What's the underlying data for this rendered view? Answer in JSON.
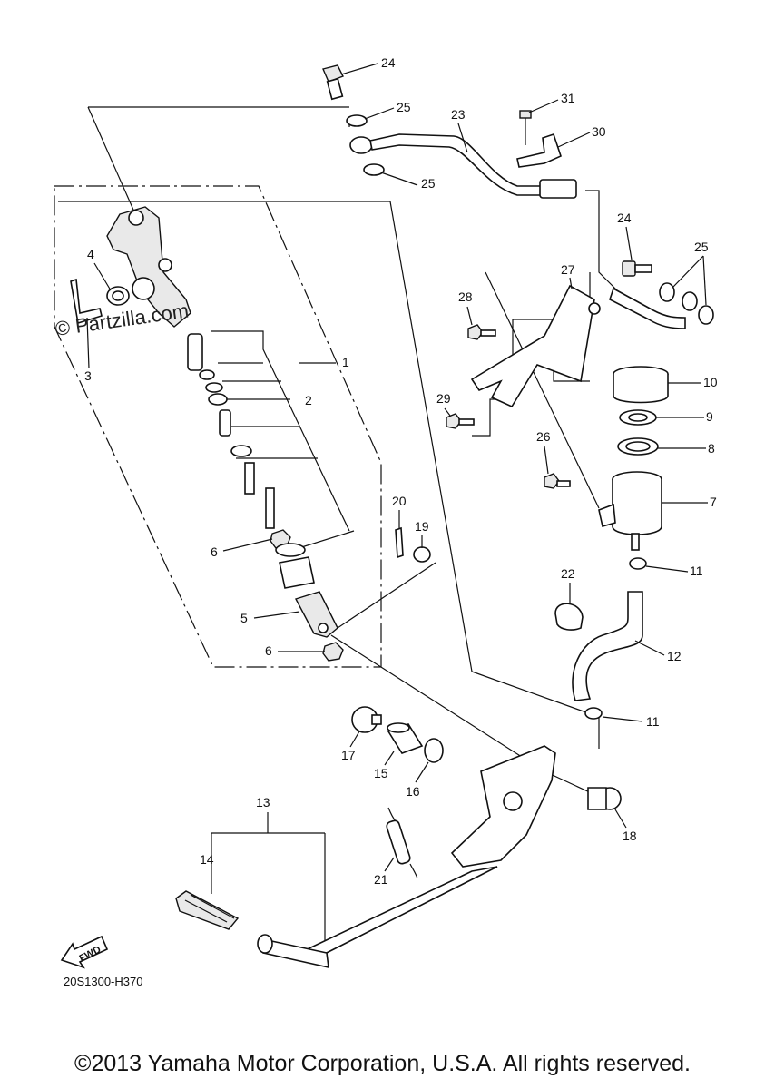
{
  "watermark": "© Partzilla.com",
  "diagram_code": "20S1300-H370",
  "fwd_label": "FWD",
  "copyright": "©2013 Yamaha Motor Corporation, U.S.A. All rights reserved.",
  "callouts": {
    "c1": "1",
    "c2": "2",
    "c3": "3",
    "c4": "4",
    "c5": "5",
    "c6a": "6",
    "c6b": "6",
    "c7": "7",
    "c8": "8",
    "c9": "9",
    "c10": "10",
    "c11a": "11",
    "c11b": "11",
    "c12": "12",
    "c13": "13",
    "c14": "14",
    "c15": "15",
    "c16": "16",
    "c17": "17",
    "c18": "18",
    "c19": "19",
    "c20": "20",
    "c21": "21",
    "c22": "22",
    "c23": "23",
    "c24a": "24",
    "c24b": "24",
    "c25a": "25",
    "c25b": "25",
    "c25c": "25",
    "c26": "26",
    "c27": "27",
    "c28": "28",
    "c29": "29",
    "c30": "30",
    "c31": "31"
  }
}
